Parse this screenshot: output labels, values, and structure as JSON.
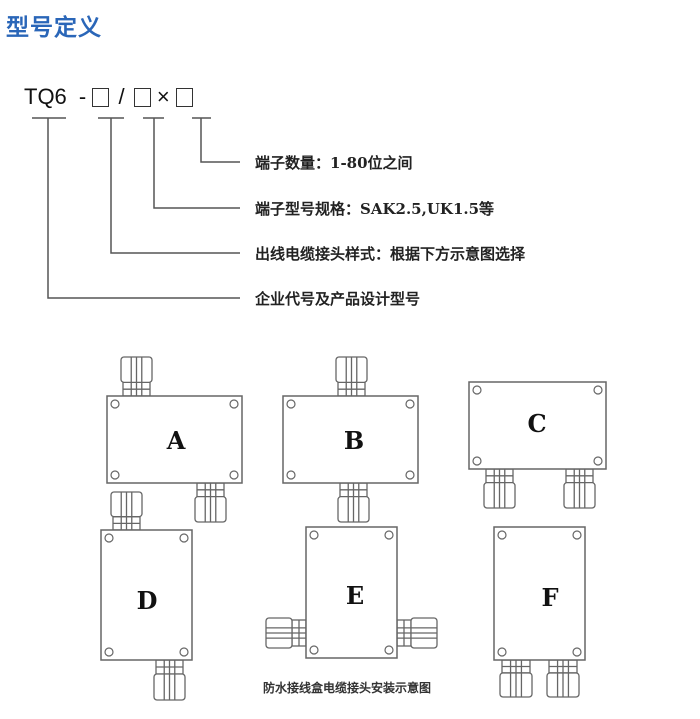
{
  "title": "型号定义",
  "model_code": {
    "prefix": "TQ6",
    "dash": "-",
    "slash": "/",
    "times": "×"
  },
  "definitions": [
    "端子数量：1-80位之间",
    "端子型号规格：SAK2.5,UK1.5等",
    "出线电缆接头样式：根据下方示意图选择",
    "企业代号及产品设计型号"
  ],
  "diagram": {
    "boxes": [
      "A",
      "B",
      "C",
      "D",
      "E",
      "F"
    ],
    "caption": "防水接线盒电缆接头安装示意图"
  }
}
